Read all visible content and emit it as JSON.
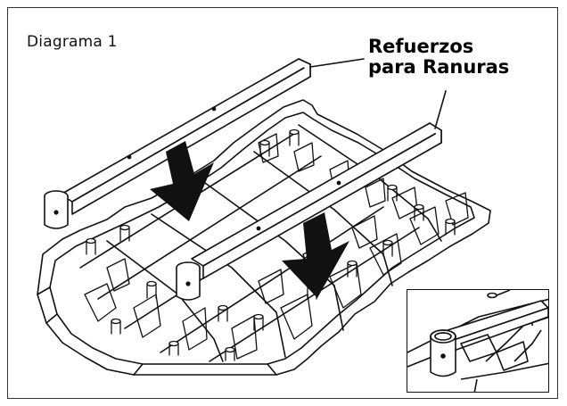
{
  "diagram": {
    "title": "Diagrama 1",
    "callout": {
      "line1": "Refuerzos",
      "line2": "para Ranuras"
    }
  }
}
